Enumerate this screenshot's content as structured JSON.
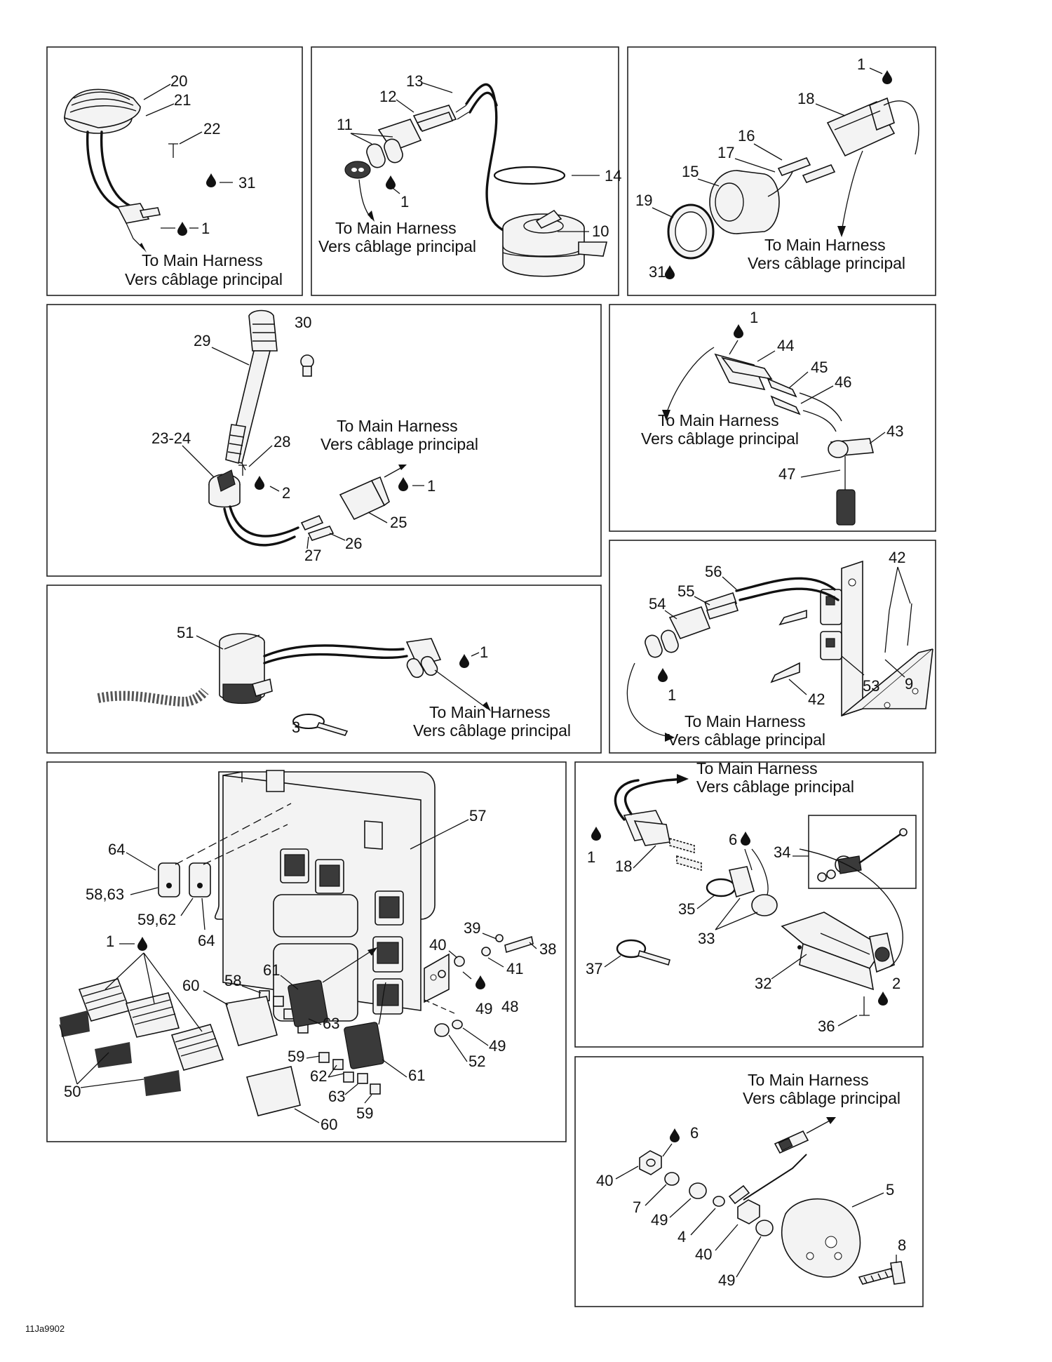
{
  "diagram": {
    "code": "11Ja9902",
    "harness_en": "To Main Harness",
    "harness_fr": "Vers câblage principal",
    "panels": [
      {
        "id": "p1",
        "callouts": [
          "20",
          "21",
          "22",
          "31",
          "1"
        ]
      },
      {
        "id": "p2",
        "callouts": [
          "13",
          "12",
          "11",
          "1",
          "14",
          "10"
        ]
      },
      {
        "id": "p3",
        "callouts": [
          "1",
          "18",
          "16",
          "17",
          "15",
          "19",
          "31"
        ]
      },
      {
        "id": "p4",
        "callouts": [
          "30",
          "29",
          "23-24",
          "28",
          "2",
          "1",
          "25",
          "26",
          "27"
        ]
      },
      {
        "id": "p5",
        "callouts": [
          "1",
          "44",
          "45",
          "46",
          "43",
          "47"
        ]
      },
      {
        "id": "p6",
        "callouts": [
          "51",
          "1",
          "3"
        ]
      },
      {
        "id": "p7",
        "callouts": [
          "56",
          "42",
          "55",
          "54",
          "1",
          "53",
          "9",
          "42"
        ]
      },
      {
        "id": "p8",
        "callouts": [
          "57",
          "64",
          "58,63",
          "59,62",
          "64",
          "39",
          "38",
          "40",
          "41",
          "1",
          "61",
          "58",
          "60",
          "49",
          "48",
          "63",
          "59",
          "62",
          "63",
          "59",
          "61",
          "49",
          "52",
          "50",
          "60"
        ]
      },
      {
        "id": "p9",
        "callouts": [
          "6",
          "34",
          "1",
          "18",
          "35",
          "33",
          "37",
          "32",
          "2",
          "36"
        ]
      },
      {
        "id": "p10",
        "callouts": [
          "6",
          "40",
          "7",
          "49",
          "4",
          "40",
          "49",
          "5",
          "8"
        ]
      }
    ]
  }
}
